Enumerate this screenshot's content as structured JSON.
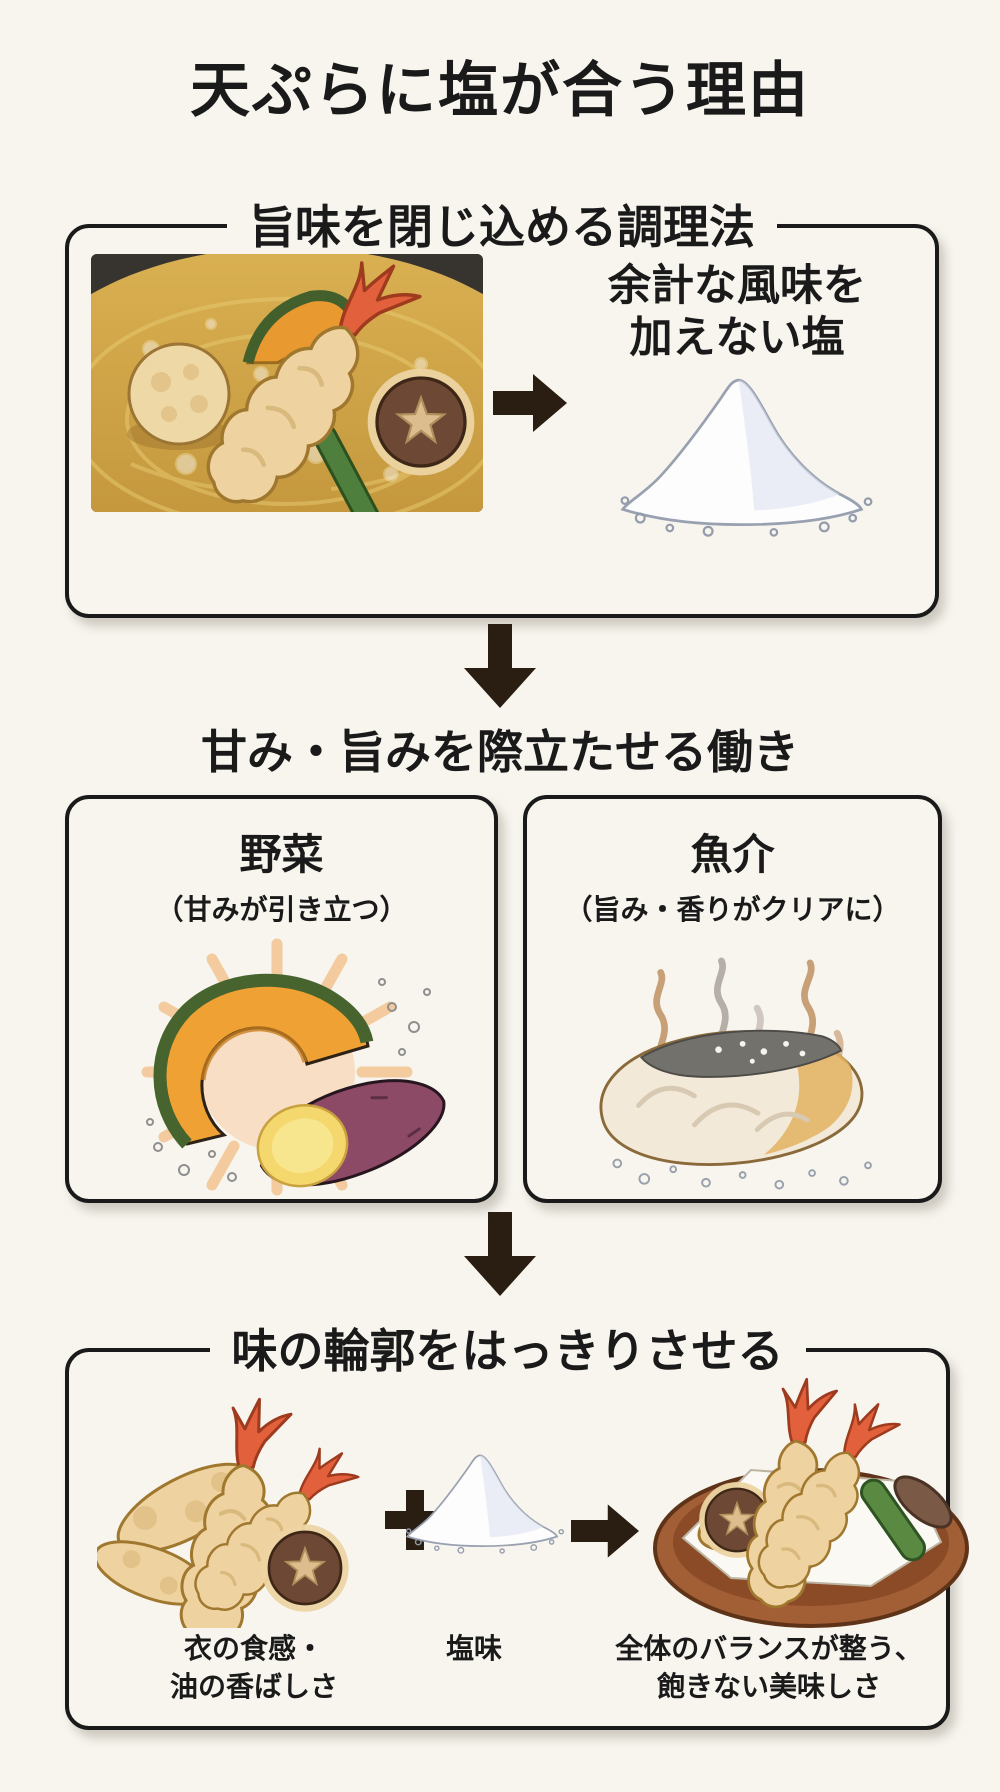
{
  "page": {
    "title": "天ぷらに塩が合う理由",
    "background_color": "#f7f5ee",
    "ink_color": "#1a1a1a",
    "arrow_color": "#2a1d12"
  },
  "section1": {
    "header": "旨味を閉じ込める調理法",
    "illustrations": {
      "left": "tempura-frying-in-oil",
      "right": "salt-pile"
    },
    "salt_caption": {
      "line1": "余計な風味を",
      "line2": "加えない塩"
    }
  },
  "section2": {
    "header": "甘み・旨みを際立たせる働き",
    "cards": [
      {
        "title": "野菜",
        "subtitle": "（甘みが引き立つ）",
        "illustration": "kabocha-and-sweet-potato"
      },
      {
        "title": "魚介",
        "subtitle": "（旨み・香りがクリアに）",
        "illustration": "fried-fish-with-aroma"
      }
    ]
  },
  "section3": {
    "header": "味の輪郭をはっきりさせる",
    "labels": [
      {
        "line1": "衣の食感・",
        "line2": "油の香ばしさ"
      },
      {
        "line1": "塩味",
        "line2": ""
      },
      {
        "line1": "全体のバランスが整う、",
        "line2": "飽きない美味しさ"
      }
    ],
    "illustrations": {
      "left": "tempura-pieces",
      "middle": "salt-pile",
      "right": "tempura-on-plate"
    }
  },
  "icons": {
    "flow": "down-arrow-icon",
    "result": "right-arrow-icon",
    "combine": "plus-icon"
  }
}
